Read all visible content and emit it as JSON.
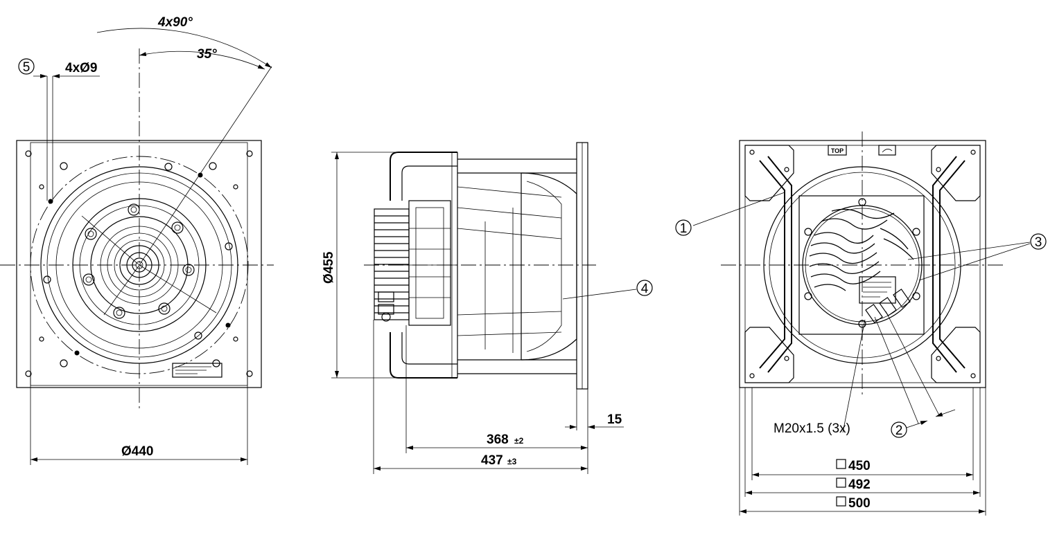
{
  "drawing": {
    "front_view": {
      "angle_total": "4x90°",
      "angle_offset": "35°",
      "hole_callout": "4xØ9",
      "diameter_label": "Ø440",
      "balloon_5": "5"
    },
    "side_view": {
      "diameter_label": "Ø455",
      "flange_thickness": "15",
      "length_inner": "368",
      "length_inner_tol": "±2",
      "length_total": "437",
      "length_total_tol": "±3",
      "balloon_4": "4"
    },
    "rear_view": {
      "top_mark": "TOP",
      "thread_callout": "M20x1.5 (3x)",
      "square_450": "450",
      "square_492": "492",
      "square_500": "500",
      "balloon_1": "1",
      "balloon_2": "2",
      "balloon_3": "3"
    }
  }
}
